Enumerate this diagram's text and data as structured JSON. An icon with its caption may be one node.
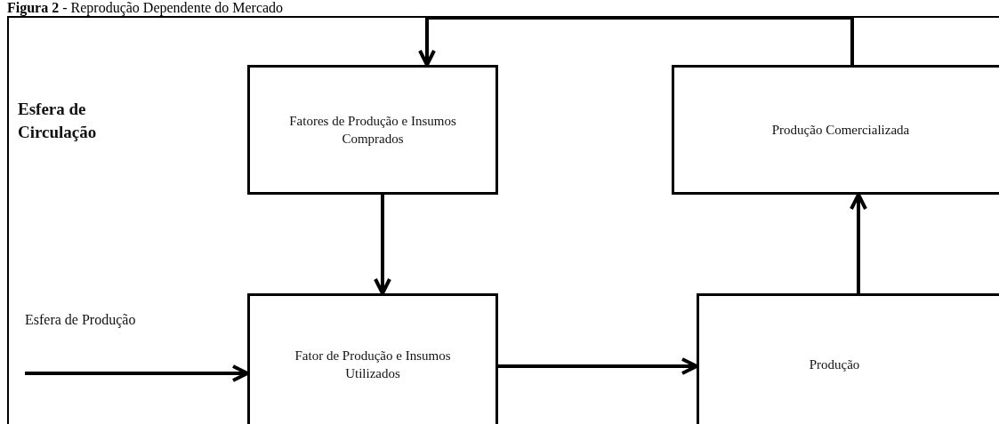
{
  "diagram": {
    "title": "**Figura 2** - Reprodução Dependente do Mercado",
    "nodes": [
      {
        "text": [
          "Fatores de Produção e Insumos Comprados"
        ]
      },
      {
        "text": [
          "Produção Comercializada"
        ]
      },
      {
        "text": [
          "Fator de Produção e Insumos Utilizados"
        ]
      },
      {
        "text": [
          "Produção"
        ]
      }
    ],
    "edges": [
      {
        "from": 0,
        "to": 2,
        "arrow": "to"
      },
      {
        "from": 2,
        "to": 3,
        "arrow": "to"
      },
      {
        "from": 3,
        "to": 1,
        "arrow": "to"
      },
      {
        "from": 1,
        "to": 0,
        "arrow": "to"
      },
      {
        "from": null,
        "to": 2,
        "arrow": "to"
      }
    ],
    "labels": [
      "Esfera de Circulação",
      "Esfera de Produção"
    ]
  }
}
